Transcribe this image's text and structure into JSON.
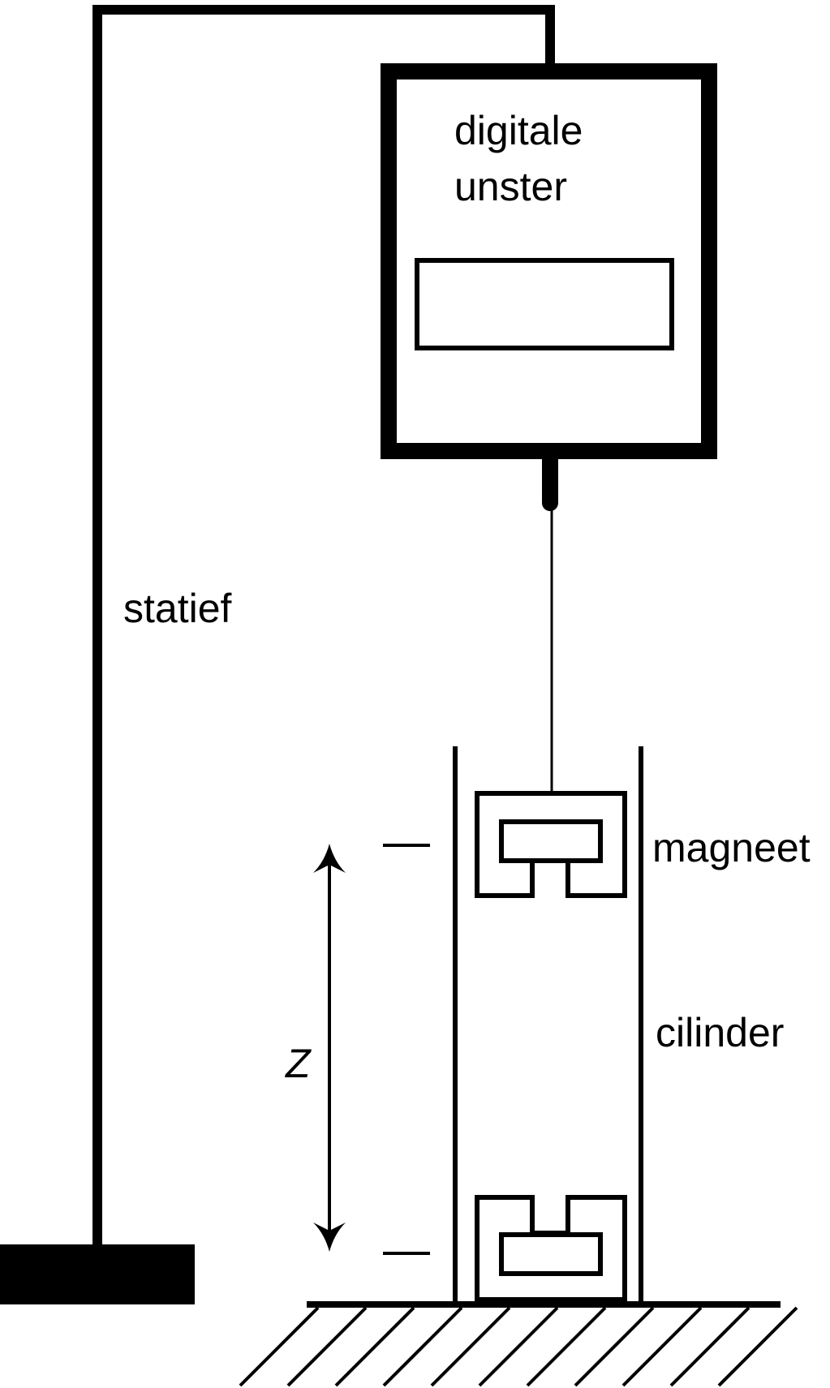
{
  "labels": {
    "scale_line1": "digitale",
    "scale_line2": "unster",
    "stand": "statief",
    "magnet": "magneet",
    "cylinder": "cilinder",
    "distance": "Z"
  },
  "colors": {
    "stroke": "#000000",
    "background": "#ffffff"
  }
}
